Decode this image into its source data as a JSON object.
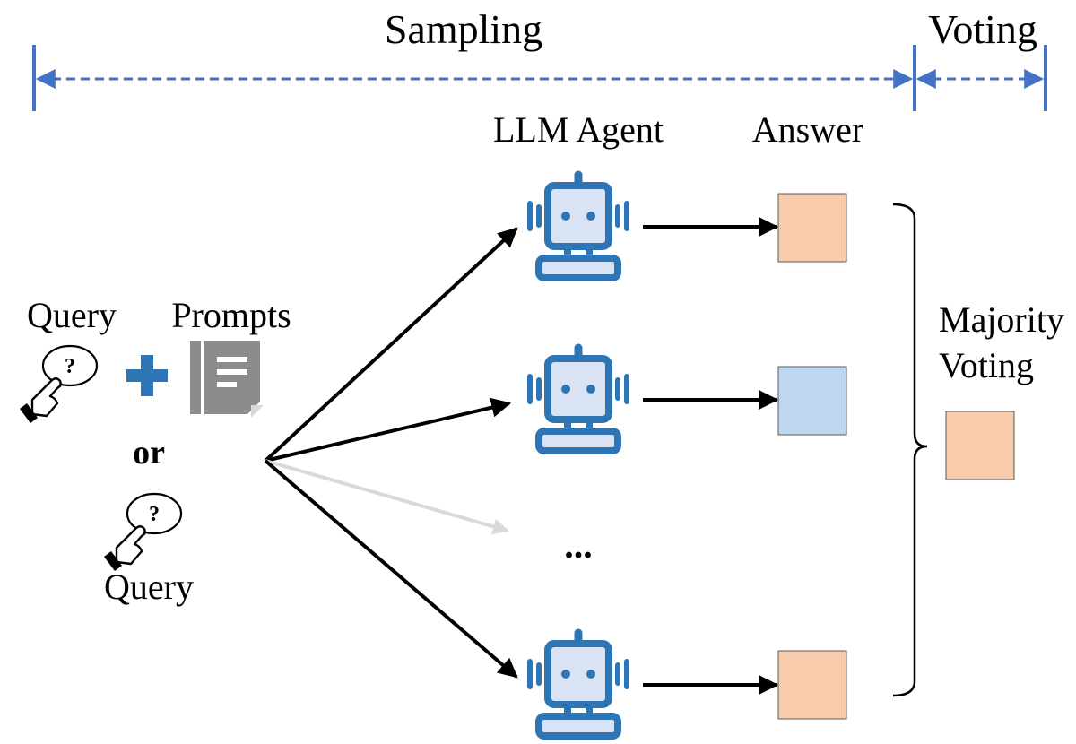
{
  "phases": {
    "sampling_label": "Sampling",
    "voting_label": "Voting"
  },
  "headers": {
    "agent_label": "LLM Agent",
    "answer_label": "Answer"
  },
  "inputs": {
    "query_label": "Query",
    "prompts_label": "Prompts",
    "or_label": "or",
    "query_alt_label": "Query"
  },
  "ellipsis": "...",
  "voting": {
    "label_line1": "Majority",
    "label_line2": "Voting"
  },
  "agents": [
    {
      "icon": "robot-icon",
      "answer_color": "#f7cbac"
    },
    {
      "icon": "robot-icon",
      "answer_color": "#bdd7ee"
    },
    {
      "icon": "robot-icon",
      "answer_color": "#f7cbac"
    }
  ],
  "result_color": "#f7cbac",
  "colors": {
    "accent_blue": "#4472c4",
    "robot_blue": "#2e75b6",
    "robot_fill": "#dae3f3",
    "prompt_gray": "#8c8c8c",
    "faded_arrow": "#d9d9d9"
  }
}
